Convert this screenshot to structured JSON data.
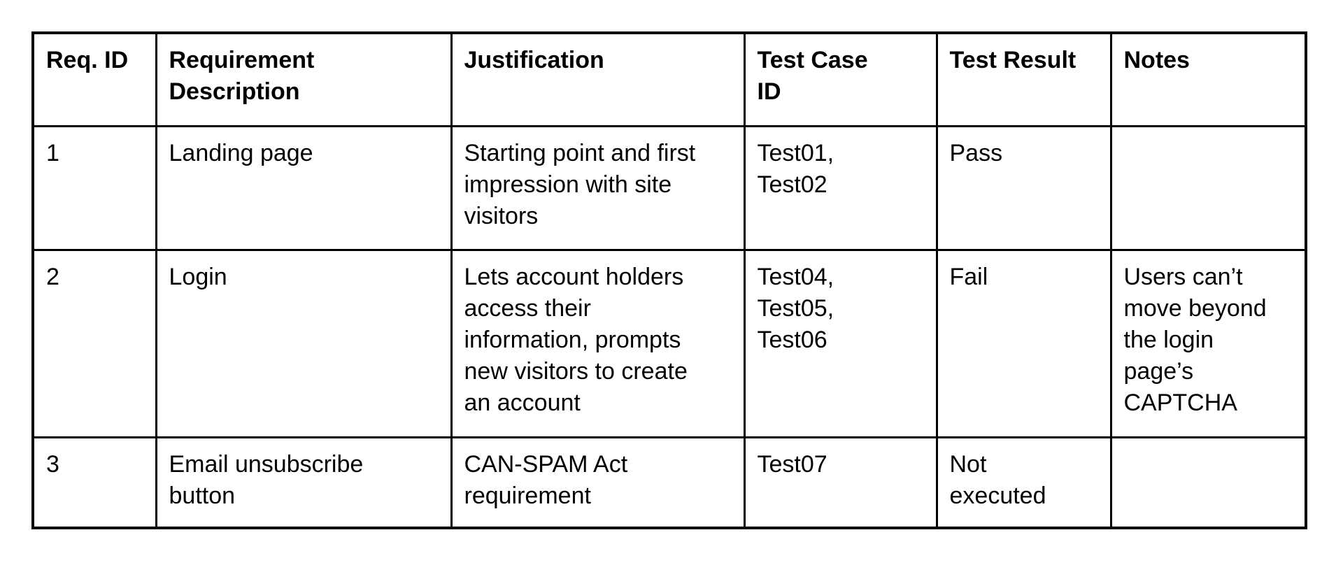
{
  "document": {
    "background_color": "#ffffff",
    "text_color": "#000000",
    "border_color": "#000000"
  },
  "table": {
    "headers": {
      "req_id": "Req. ID",
      "requirement_description": "Requirement\nDescription",
      "justification": "Justification",
      "test_case_id": "Test Case\nID",
      "test_result": "Test Result",
      "notes": "Notes"
    },
    "rows": [
      {
        "req_id": "1",
        "requirement_description": "Landing page",
        "justification": "Starting point and first\nimpression with site\nvisitors",
        "test_case_id": "Test01,\nTest02",
        "test_result": "Pass",
        "notes": ""
      },
      {
        "req_id": "2",
        "requirement_description": "Login",
        "justification": "Lets account holders\naccess their\ninformation, prompts\nnew visitors to create\nan account",
        "test_case_id": "Test04,\nTest05,\nTest06",
        "test_result": "Fail",
        "notes": "Users can’t\nmove beyond\nthe login\npage’s\nCAPTCHA"
      },
      {
        "req_id": "3",
        "requirement_description": "Email unsubscribe\nbutton",
        "justification": "CAN-SPAM Act\nrequirement",
        "test_case_id": "Test07",
        "test_result": "Not\nexecuted",
        "notes": ""
      }
    ]
  }
}
